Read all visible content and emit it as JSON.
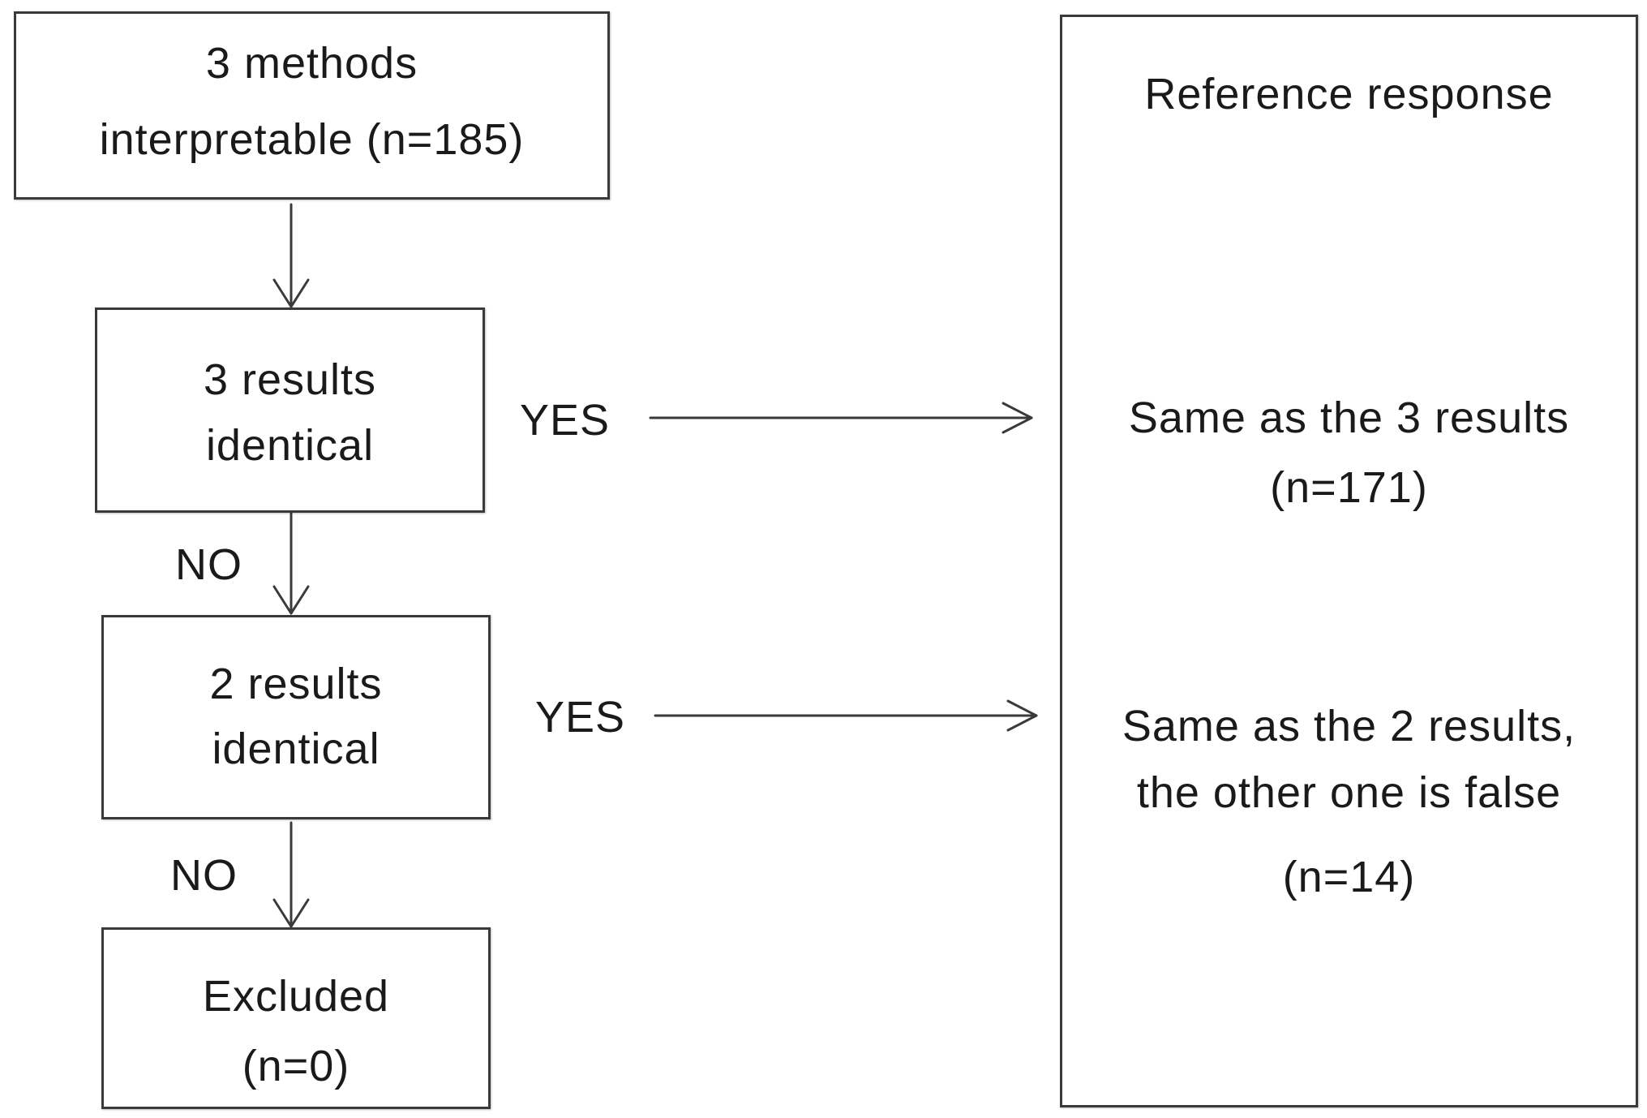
{
  "flowchart": {
    "box_interpretable": {
      "line1": "3 methods",
      "line2": "interpretable (n=185)"
    },
    "box_three_identical": {
      "line1": "3 results",
      "line2": "identical"
    },
    "box_two_identical": {
      "line1": "2 results",
      "line2": "identical"
    },
    "box_excluded": {
      "line1": "Excluded",
      "line2": "(n=0)"
    },
    "label_yes_1": "YES",
    "label_yes_2": "YES",
    "label_no_1": "NO",
    "label_no_2": "NO"
  },
  "reference_panel": {
    "title": "Reference response",
    "result_three": {
      "line1": "Same as the 3 results",
      "line2": "(n=171)"
    },
    "result_two": {
      "line1": "Same as the 2 results,",
      "line2": "the other one is false",
      "line3": "(n=14)"
    }
  }
}
